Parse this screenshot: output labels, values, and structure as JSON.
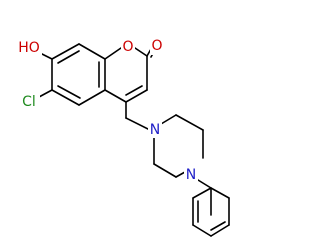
{
  "colors": {
    "background": "#ffffff",
    "carbon_bond": "#000000",
    "oxygen": "#cc0000",
    "nitrogen": "#2020c8",
    "chlorine": "#1f8a1f"
  },
  "atoms": {
    "hydroxyl_oxygen": {
      "text": "HO",
      "element": "O"
    },
    "ring_oxygen": {
      "text": "O",
      "element": "O"
    },
    "carbonyl_oxygen": {
      "text": "O",
      "element": "O"
    },
    "chlorine": {
      "text": "Cl",
      "element": "Cl"
    },
    "piperazine_n_upper": {
      "text": "N",
      "element": "N"
    },
    "piperazine_n_lower": {
      "text": "N",
      "element": "N"
    }
  }
}
